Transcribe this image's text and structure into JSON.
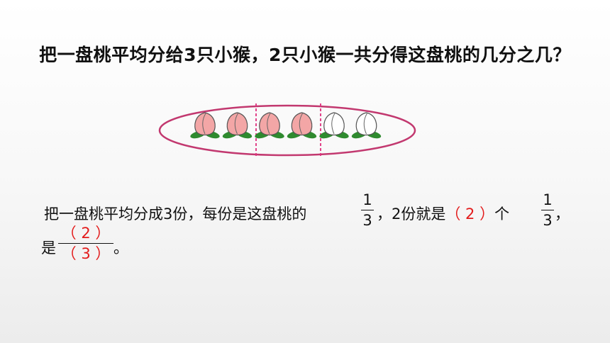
{
  "title": "把一盘桃平均分给3只小猴，2只小猴一共分得这盘桃的几分之几？",
  "figure": {
    "peaches_total": 6,
    "peaches_colored": 4,
    "groups": 3,
    "colors": {
      "plate_outline": "#c2386f",
      "divider": "#e0307e",
      "peach_pink": "#f3a6a6",
      "peach_white": "#ffffff",
      "leaf": "#2f8a2f"
    }
  },
  "sentence": {
    "part1": "把一盘桃平均分成3份，每份是这盘桃的",
    "frac1_num": "1",
    "frac1_den": "3",
    "part2": "，2份就是",
    "answer1": "（ 2 ）",
    "part3": "个",
    "frac2_num": "1",
    "frac2_den": "3",
    "part4": "，",
    "line2_prefix": "是",
    "answer_num": "（ 2 ）",
    "answer_den": "（ 3 ）",
    "period": "。"
  }
}
